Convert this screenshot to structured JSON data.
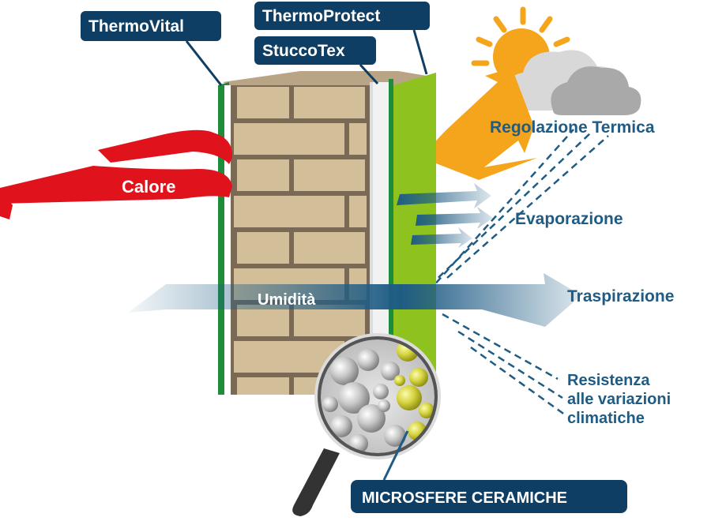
{
  "labels": {
    "thermovital": "ThermoVital",
    "thermoprotect": "ThermoProtect",
    "stuccotex": "StuccoTex",
    "calore": "Calore",
    "umidita": "Umidità",
    "regolazione": "Regolazione Termica",
    "evaporazione": "Evaporazione",
    "traspirazione": "Traspirazione",
    "resistenza_1": "Resistenza",
    "resistenza_2": "alle variazioni",
    "resistenza_3": "climatiche",
    "microsfere": "MICROSFERE CERAMICHE"
  },
  "colors": {
    "navy_tag": "#0e3e63",
    "label_blue": "#1f5c85",
    "calore_red": "#e0121b",
    "sun_orange": "#f5a51c",
    "green_layer": "#8ec21f",
    "brick": "#d2bf9a",
    "mortar": "#7a6a55",
    "dark_green_edge": "#1e8c3a",
    "cloud_gray": "#bfbfbf",
    "microsphere_yellow": "#c9c734",
    "microsphere_gray": "#9a9a9a"
  },
  "icons": [
    "sun-icon",
    "cloud-icon",
    "magnifier-icon"
  ]
}
